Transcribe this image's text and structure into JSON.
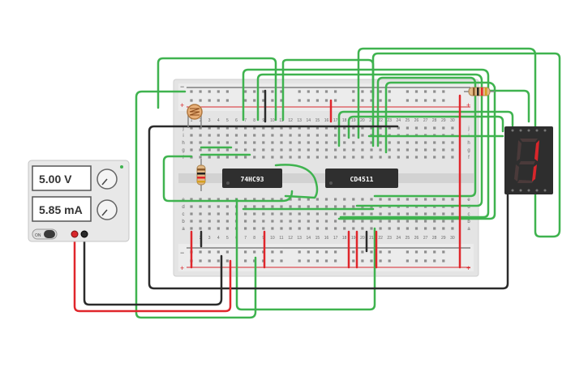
{
  "power_supply": {
    "voltage_display": "5.00 V",
    "current_display": "5.85 mA",
    "on_label": "ON",
    "knob_voltage": "voltage-knob",
    "knob_current": "current-knob"
  },
  "breadboard": {
    "column_numbers": [
      "1",
      "2",
      "3",
      "4",
      "5",
      "6",
      "7",
      "8",
      "9",
      "10",
      "11",
      "12",
      "13",
      "14",
      "15",
      "16",
      "17",
      "18",
      "19",
      "20",
      "21",
      "22",
      "23",
      "24",
      "25",
      "26",
      "27",
      "28",
      "29",
      "30"
    ],
    "row_letters_top": [
      "j",
      "i",
      "h",
      "g",
      "f"
    ],
    "row_letters_bottom": [
      "e",
      "d",
      "c",
      "b",
      "a"
    ],
    "rail_plus": "+",
    "rail_minus": "−"
  },
  "chips": {
    "counter_label": "74HC93",
    "decoder_label": "CD4511"
  },
  "display": {
    "digit": "1",
    "segment_color": "#d8262b"
  },
  "colors": {
    "wire_green": "#3fb34f",
    "wire_red": "#e0262b",
    "wire_black": "#2b2b2b",
    "board": "#e6e6e6"
  }
}
